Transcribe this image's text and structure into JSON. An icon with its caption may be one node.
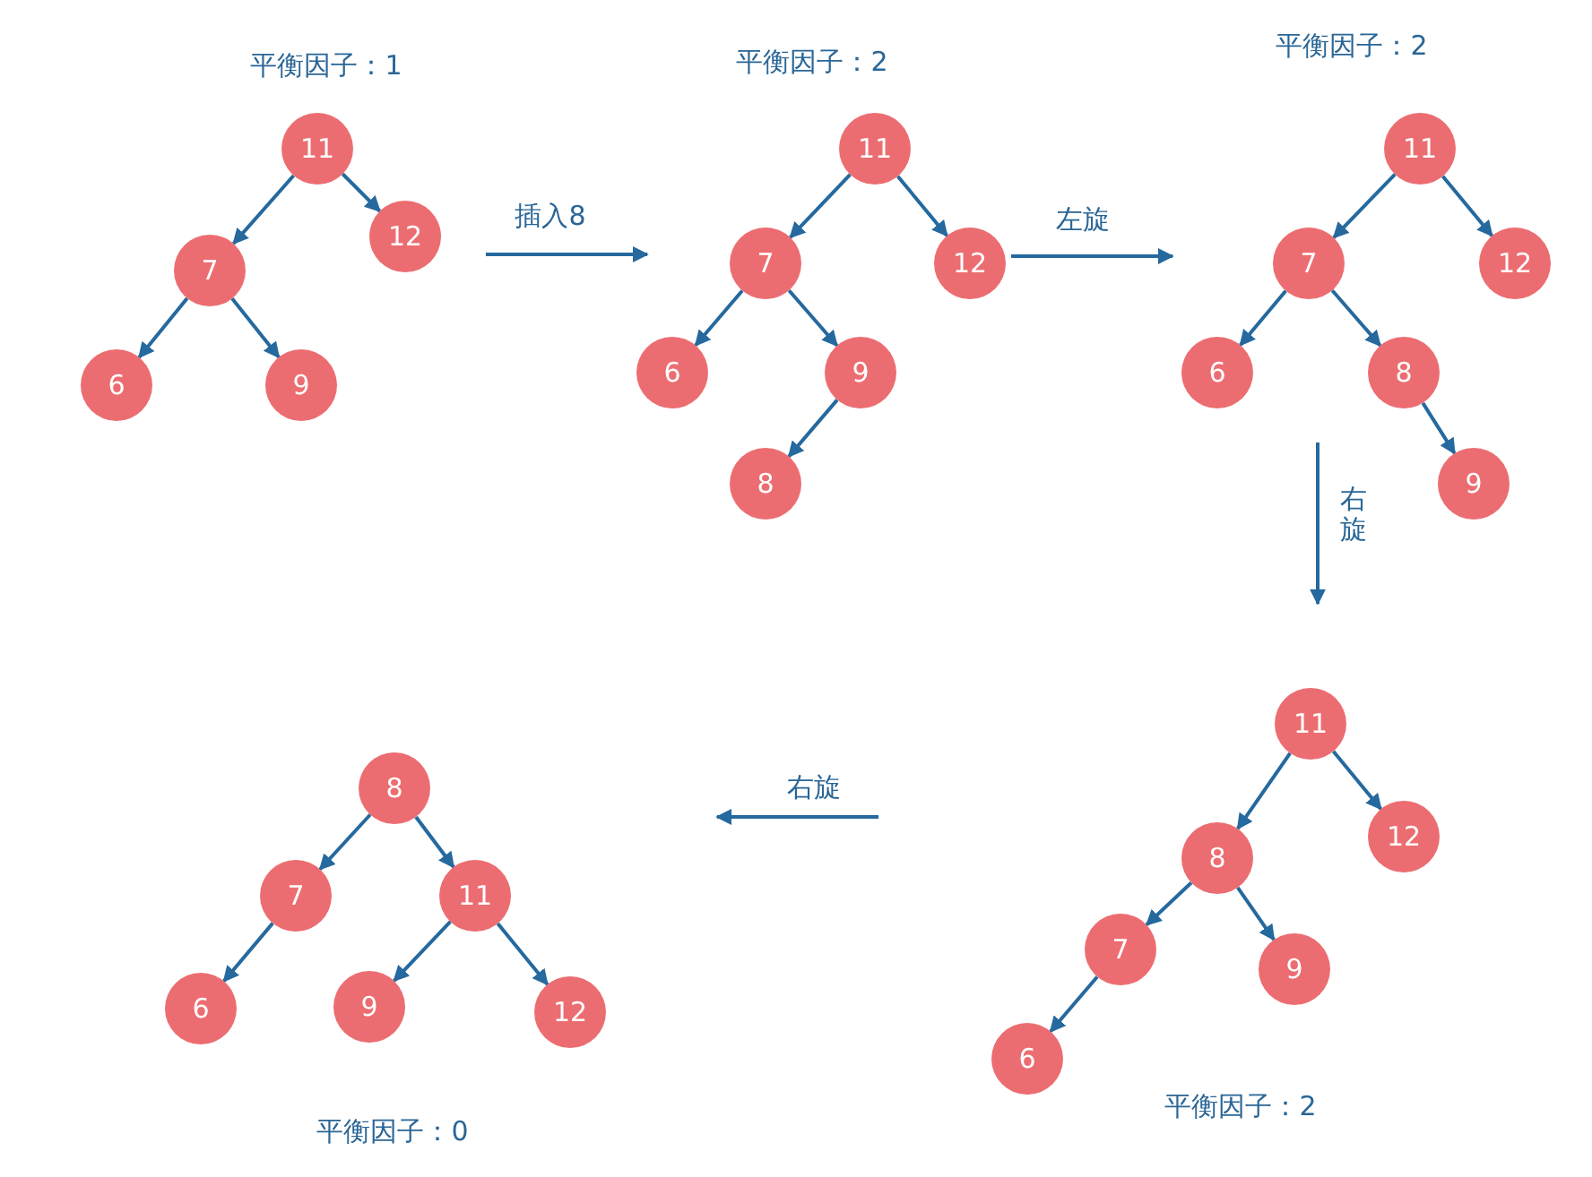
{
  "diagram": {
    "nodes": [
      {
        "text": [
          "11"
        ]
      },
      {
        "text": [
          "12"
        ]
      },
      {
        "text": [
          "7"
        ]
      },
      {
        "text": [
          "6"
        ]
      },
      {
        "text": [
          "9"
        ]
      },
      {
        "text": [
          "11"
        ]
      },
      {
        "text": [
          "7"
        ]
      },
      {
        "text": [
          "12"
        ]
      },
      {
        "text": [
          "6"
        ]
      },
      {
        "text": [
          "9"
        ]
      },
      {
        "text": [
          "8"
        ]
      },
      {
        "text": [
          "11"
        ]
      },
      {
        "text": [
          "7"
        ]
      },
      {
        "text": [
          "12"
        ]
      },
      {
        "text": [
          "6"
        ]
      },
      {
        "text": [
          "8"
        ]
      },
      {
        "text": [
          "9"
        ]
      },
      {
        "text": [
          "11"
        ]
      },
      {
        "text": [
          "8"
        ]
      },
      {
        "text": [
          "12"
        ]
      },
      {
        "text": [
          "7"
        ]
      },
      {
        "text": [
          "9"
        ]
      },
      {
        "text": [
          "6"
        ]
      },
      {
        "text": [
          "8"
        ]
      },
      {
        "text": [
          "7"
        ]
      },
      {
        "text": [
          "11"
        ]
      },
      {
        "text": [
          "6"
        ]
      },
      {
        "text": [
          "9"
        ]
      },
      {
        "text": [
          "12"
        ]
      }
    ],
    "edges": [
      {
        "from": 0,
        "to": 2,
        "arrow": "to"
      },
      {
        "from": 0,
        "to": 1,
        "arrow": "to"
      },
      {
        "from": 2,
        "to": 3,
        "arrow": "to"
      },
      {
        "from": 2,
        "to": 4,
        "arrow": "to"
      },
      {
        "from": 5,
        "to": 6,
        "arrow": "to"
      },
      {
        "from": 5,
        "to": 7,
        "arrow": "to"
      },
      {
        "from": 6,
        "to": 8,
        "arrow": "to"
      },
      {
        "from": 6,
        "to": 9,
        "arrow": "to"
      },
      {
        "from": 9,
        "to": 10,
        "arrow": "to"
      },
      {
        "from": 11,
        "to": 12,
        "arrow": "to"
      },
      {
        "from": 11,
        "to": 13,
        "arrow": "to"
      },
      {
        "from": 12,
        "to": 14,
        "arrow": "to"
      },
      {
        "from": 12,
        "to": 15,
        "arrow": "to"
      },
      {
        "from": 15,
        "to": 16,
        "arrow": "to"
      },
      {
        "from": 17,
        "to": 18,
        "arrow": "to"
      },
      {
        "from": 17,
        "to": 19,
        "arrow": "to"
      },
      {
        "from": 18,
        "to": 20,
        "arrow": "to"
      },
      {
        "from": 18,
        "to": 21,
        "arrow": "to"
      },
      {
        "from": 20,
        "to": 22,
        "arrow": "to"
      },
      {
        "from": 23,
        "to": 24,
        "arrow": "to"
      },
      {
        "from": 23,
        "to": 25,
        "arrow": "to"
      },
      {
        "from": 24,
        "to": 26,
        "arrow": "to"
      },
      {
        "from": 25,
        "to": 27,
        "arrow": "to"
      },
      {
        "from": 25,
        "to": 28,
        "arrow": "to"
      }
    ],
    "labels": [
      "平衡因子：1",
      "插入8",
      "平衡因子：2",
      "左旋",
      "平衡因子：2",
      "右旋",
      "右旋",
      "平衡因子：2",
      "平衡因子：0"
    ]
  }
}
